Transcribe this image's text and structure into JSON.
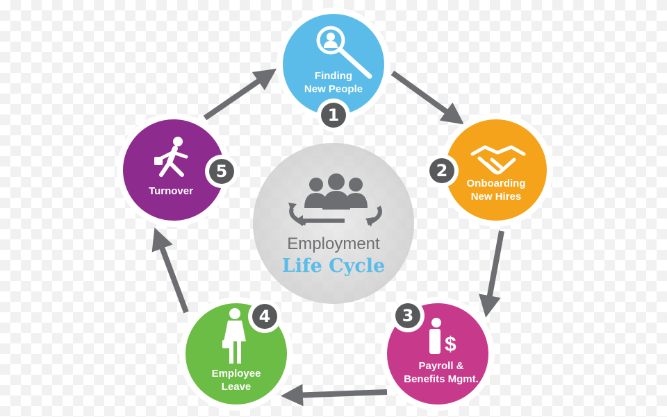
{
  "center": {
    "title": "Employment",
    "subtitle": "Life Cycle"
  },
  "stages": [
    {
      "number": "1",
      "line1": "Finding",
      "line2": "New People",
      "color": "#5bbce9",
      "icon": "magnifier-person-icon"
    },
    {
      "number": "2",
      "line1": "Onboarding",
      "line2": "New Hires",
      "color": "#f5a31a",
      "icon": "handshake-icon"
    },
    {
      "number": "3",
      "line1": "Payroll &",
      "line2": "Benefits Mgmt.",
      "color": "#c7398b",
      "icon": "person-dollar-icon"
    },
    {
      "number": "4",
      "line1": "Employee",
      "line2": "Leave",
      "color": "#6cbd45",
      "icon": "woman-briefcase-icon"
    },
    {
      "number": "5",
      "line1": "Turnover",
      "line2": "",
      "color": "#8e2b8f",
      "icon": "running-man-icon"
    }
  ],
  "colors": {
    "arrow": "#6d6e71",
    "badge": "#58595b",
    "center_icon": "#6d6e71"
  }
}
